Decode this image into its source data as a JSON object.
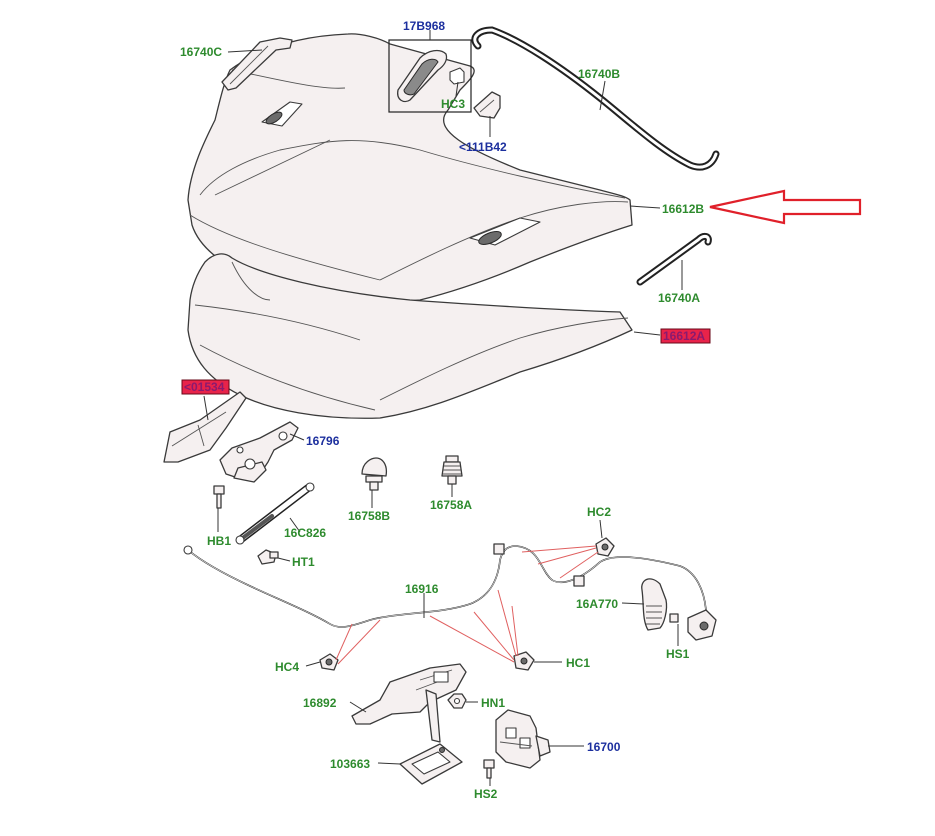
{
  "labels": {
    "l_16740C": "16740C",
    "l_17B968": "17B968",
    "l_HC3": "HC3",
    "l_111B42": "<111B42",
    "l_16740B": "16740B",
    "l_16612B": "16612B",
    "l_16740A": "16740A",
    "l_16612A": "16612A",
    "l_01534": "<01534",
    "l_16796": "16796",
    "l_HB1": "HB1",
    "l_16C826": "16C826",
    "l_16758B": "16758B",
    "l_16758A": "16758A",
    "l_HT1": "HT1",
    "l_HC2": "HC2",
    "l_16916": "16916",
    "l_16A770": "16A770",
    "l_HS1": "HS1",
    "l_HC4": "HC4",
    "l_HC1": "HC1",
    "l_16892": "16892",
    "l_HN1": "HN1",
    "l_103663": "103663",
    "l_16700": "16700",
    "l_HS2": "HS2"
  },
  "colors": {
    "label_green": "#2e8b2e",
    "label_blue": "#1c2f9e",
    "highlight_red": "#e8234a",
    "arrow_red": "#e0202a",
    "leader_red": "#e06060"
  }
}
